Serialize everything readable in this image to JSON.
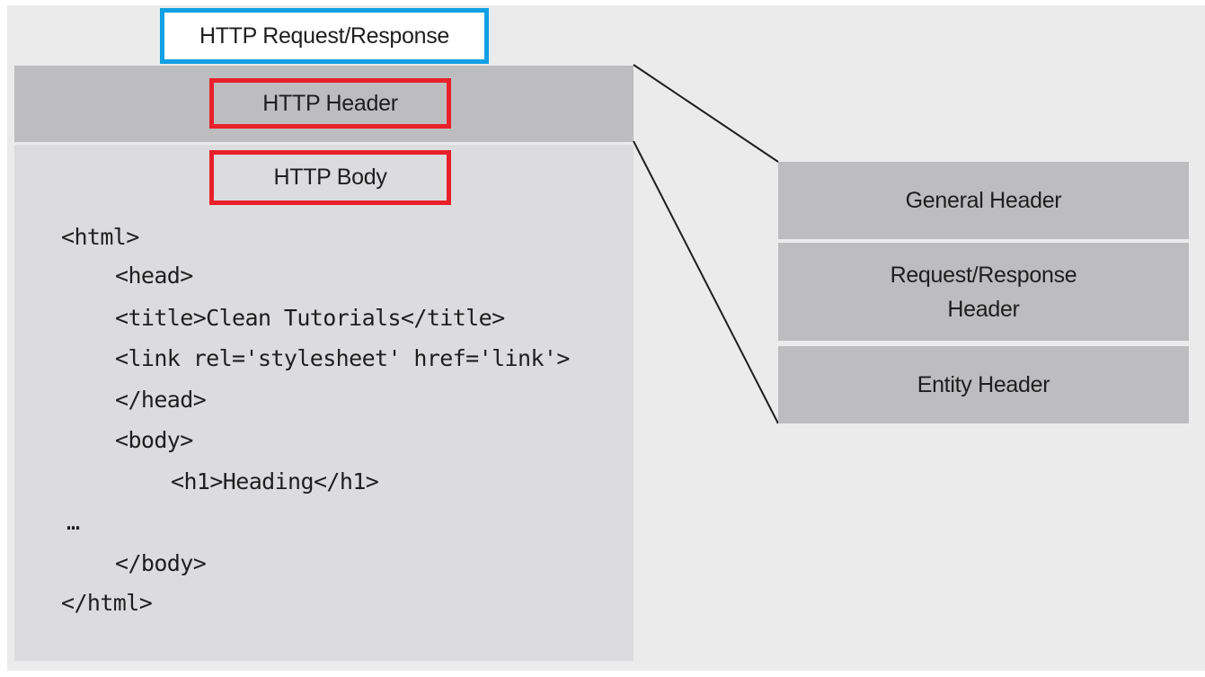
{
  "diagram": {
    "title": "HTTP Request/Response",
    "header_label": "HTTP Header",
    "body_label": "HTTP Body",
    "code_lines": [
      "<html>",
      "<head>",
      "<title>Clean Tutorials</title>",
      "<link rel='stylesheet' href='link'>",
      "</head>",
      "<body>",
      "<h1>Heading</h1>",
      "…",
      "</body>",
      "</html>"
    ],
    "header_types": {
      "general": "General Header",
      "request_response_line1": "Request/Response",
      "request_response_line2": "Header",
      "entity": "Entity Header"
    }
  },
  "colors": {
    "title_border": "#11a0e2",
    "highlight_border": "#e8202a",
    "header_fill": "#bdbdbf",
    "body_fill": "#dcdcde",
    "background": "#ebebeb"
  }
}
